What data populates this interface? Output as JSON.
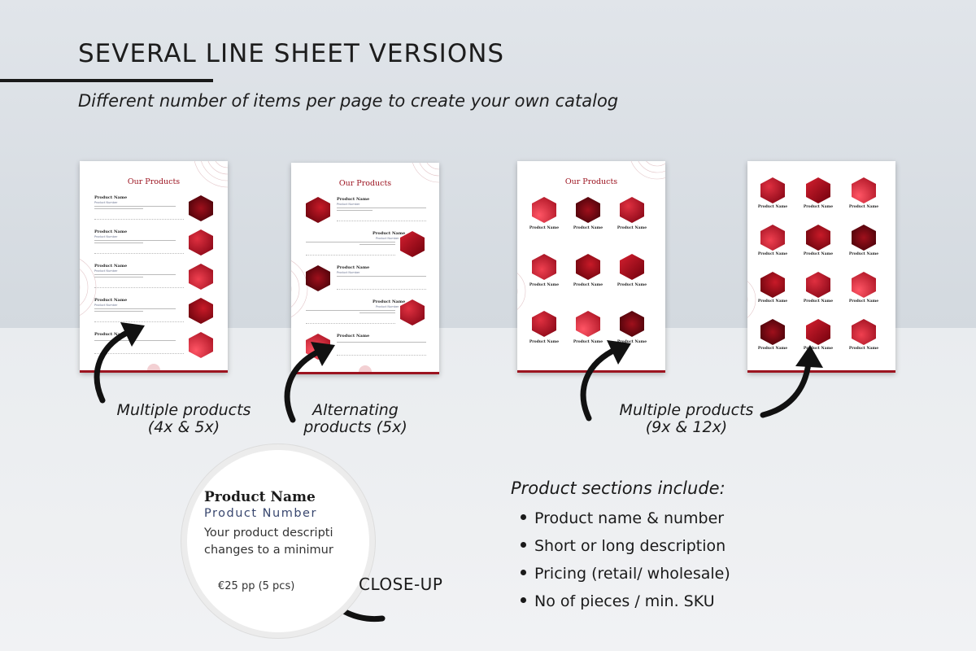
{
  "header": {
    "title": "SEVERAL LINE SHEET VERSIONS",
    "subtitle": "Different number of items per page to create your own catalog"
  },
  "sheets": {
    "heading": "Our Products",
    "product_name": "Product Name",
    "product_number": "Product Number"
  },
  "labels": {
    "multi_small_line1": "Multiple products",
    "multi_small_line2": "(4x & 5x)",
    "alternating_line1": "Alternating",
    "alternating_line2": "products (5x)",
    "multi_large_line1": "Multiple products",
    "multi_large_line2": "(9x & 12x)"
  },
  "closeup": {
    "product_name": "Product Name",
    "product_number": "Product Number",
    "description_line1": "Your product descripti",
    "description_line2": "changes to a minimur",
    "price": "€25 pp (5 pcs)",
    "label": "CLOSE-UP"
  },
  "sections": {
    "title": "Product sections include:",
    "items": [
      "Product name & number",
      "Short or long description",
      "Pricing (retail/ wholesale)",
      "No of pieces / min. SKU"
    ]
  },
  "colors": {
    "accent": "#9c1420",
    "text": "#1a1a1a",
    "product_number": "#38466e"
  }
}
